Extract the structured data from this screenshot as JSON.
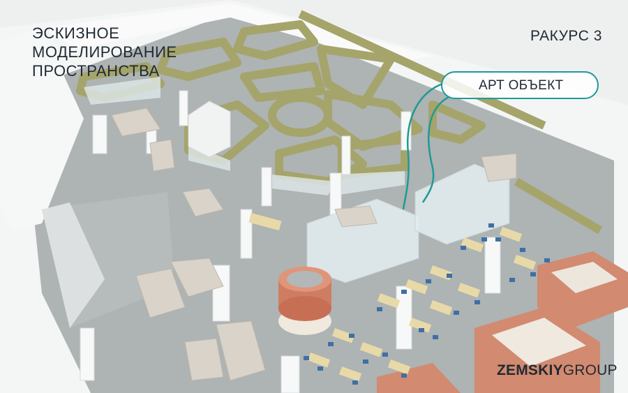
{
  "title": {
    "line1": "ЭСКИЗНОЕ",
    "line2": "МОДЕЛИРОВАНИЕ",
    "line3": "ПРОСТРАНСТВА"
  },
  "view_label": "РАКУРС 3",
  "callout": {
    "label": "АРТ ОБЪЕКТ",
    "color": "#1e9a95"
  },
  "brand": {
    "bold": "ZEMSKIY",
    "regular": "GROUP"
  },
  "colors": {
    "floor": "#a9aeae",
    "walls": "#f2f3f3",
    "greenery": "#a9a76a",
    "terracotta": "#cf7d62",
    "glass": "#dfe9ec",
    "chairs": "#3f6fa3",
    "tables": "#e8d9a8"
  }
}
